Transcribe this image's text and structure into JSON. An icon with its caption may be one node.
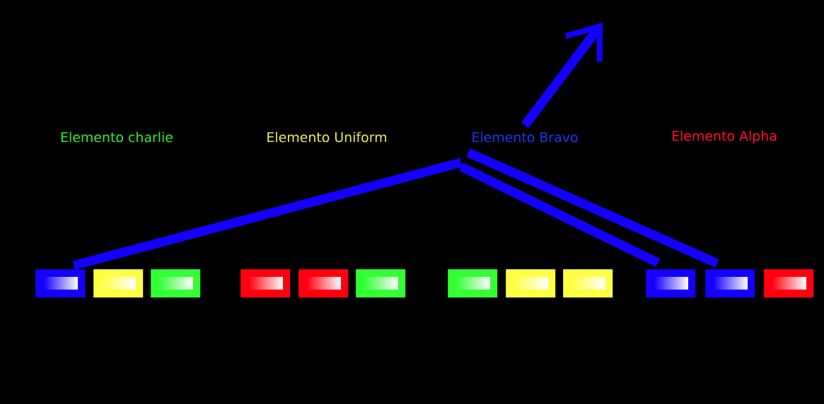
{
  "diagram": {
    "nodes": [
      {
        "text": [
          "Elemento Bravo"
        ]
      },
      {
        "text": [],
        "shape": "box"
      },
      {
        "text": [],
        "shape": "box"
      },
      {
        "text": [],
        "shape": "box"
      },
      {
        "text": [],
        "shape": "box"
      },
      {
        "text": [],
        "shape": "box"
      },
      {
        "text": [],
        "shape": "box"
      },
      {
        "text": [],
        "shape": "box"
      },
      {
        "text": [],
        "shape": "box"
      },
      {
        "text": [],
        "shape": "box"
      },
      {
        "text": [],
        "shape": "box"
      },
      {
        "text": [],
        "shape": "box"
      },
      {
        "text": [],
        "shape": "box"
      }
    ],
    "edges": [
      {
        "from": 0,
        "to": null,
        "arrow": "to"
      },
      {
        "from": 0,
        "to": 1,
        "arrow": "none"
      },
      {
        "from": 0,
        "to": 10,
        "arrow": "none"
      },
      {
        "from": 0,
        "to": 11,
        "arrow": "none"
      }
    ],
    "labels": [
      "Elemento charlie",
      "Elemento Uniform",
      "Elemento Alpha"
    ]
  }
}
